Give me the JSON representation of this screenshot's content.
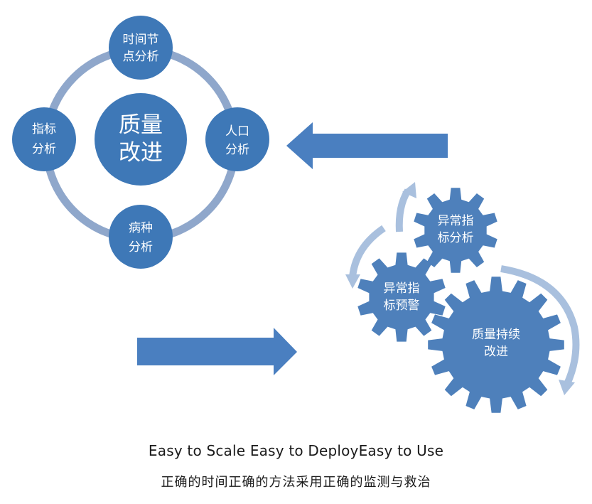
{
  "colors": {
    "node_fill": "#3e78b7",
    "ring": "#8fa7cb",
    "arrow": "#4a7fc0",
    "gear_fill": "#4e80bb",
    "cycle_arrow": "#a9c0de",
    "text": "#1a1a1a"
  },
  "cycle": {
    "center": [
      "质量",
      "改进"
    ],
    "top": [
      "时间节",
      "点分析"
    ],
    "right": [
      "人口",
      "分析"
    ],
    "bottom": [
      "病种",
      "分析"
    ],
    "left": [
      "指标",
      "分析"
    ]
  },
  "gears": {
    "top": [
      "异常指",
      "标分析"
    ],
    "left": [
      "异常指",
      "标预警"
    ],
    "big": [
      "质量持续",
      "改进"
    ]
  },
  "tagline": {
    "en": "Easy to Scale Easy to DeployEasy to Use",
    "zh": "正确的时间正确的方法采用正确的监测与救治"
  }
}
